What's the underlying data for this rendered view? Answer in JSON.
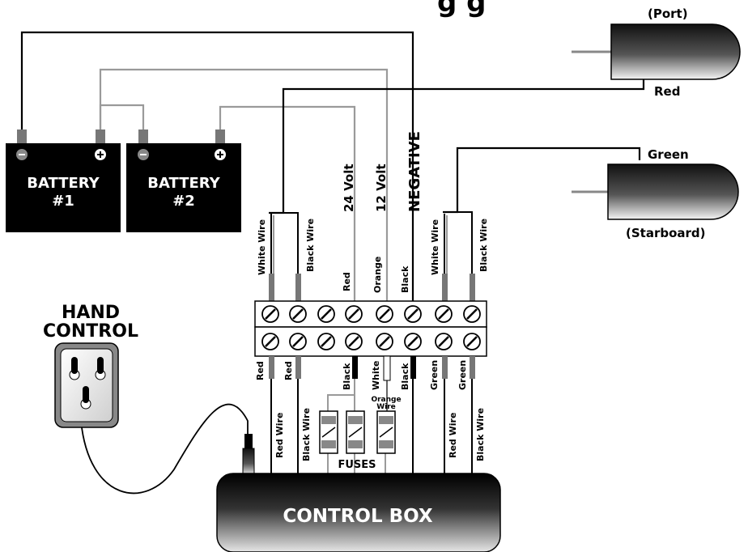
{
  "title": {
    "visible_fragment": "g   g"
  },
  "motors": {
    "port_label": "(Port)",
    "port_wire": "Red",
    "starboard_wire": "Green",
    "starboard_label": "(Starboard)"
  },
  "batteries": {
    "b1": "BATTERY",
    "b1_num": "#1",
    "b2": "BATTERY",
    "b2_num": "#2"
  },
  "hand_control": {
    "line1": "HAND",
    "line2": "CONTROL"
  },
  "supply_labels": {
    "v24": "24 Volt",
    "v12": "12 Volt",
    "neg": "NEGATIVE"
  },
  "top_wire_labels": [
    "White Wire",
    "Black Wire",
    "Red",
    "Orange",
    "Black",
    "White Wire",
    "Black Wire"
  ],
  "bottom_wire_labels": [
    "Red",
    "Red",
    "Black",
    "White",
    "Black",
    "Green",
    "Green"
  ],
  "orange_wire_note": {
    "line1": "Orange",
    "line2": "Wire"
  },
  "lower_wire_labels": [
    "Red Wire",
    "Black Wire",
    "Red Wire",
    "Black Wire"
  ],
  "fuses_label": "FUSES",
  "control_box_label": "CONTROL BOX",
  "colors": {
    "wire_dark": "#000000",
    "wire_gray": "#9a9a9a",
    "fill_dark": "#000000",
    "terminal_gray": "#777777"
  }
}
